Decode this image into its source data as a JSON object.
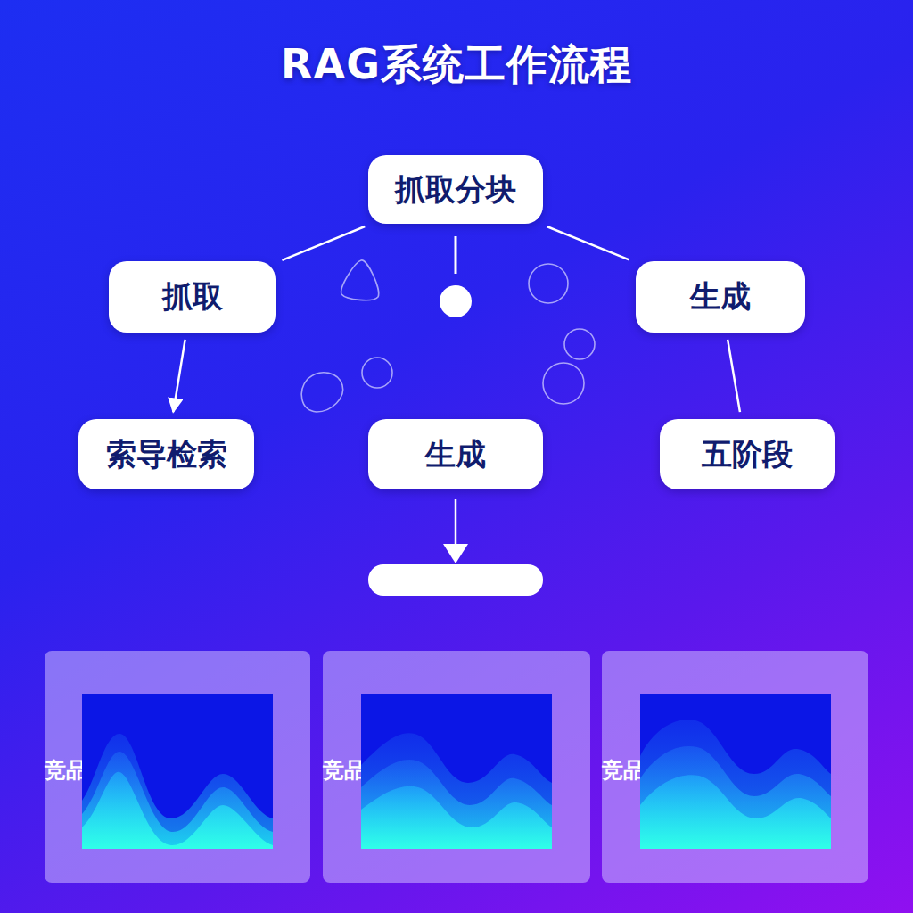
{
  "diagram": {
    "title": "RAG系统工作流程",
    "nodes": [
      {
        "text": [
          "抓取分块"
        ]
      },
      {
        "text": [
          "抓取"
        ]
      },
      {
        "text": [
          "生成"
        ]
      },
      {
        "text": [
          "索导检索"
        ]
      },
      {
        "text": [
          "生成"
        ]
      },
      {
        "text": [
          "五阶段"
        ]
      },
      {
        "text": [
          "竞品语制密度"
        ]
      },
      {
        "text": [
          "竞品语制密度"
        ]
      },
      {
        "text": [
          "竞品语制密度"
        ]
      }
    ],
    "edges": [
      {
        "from": 0,
        "to": 1,
        "arrow": "none"
      },
      {
        "from": 0,
        "to": 2,
        "arrow": "none"
      },
      {
        "from": 1,
        "to": 3,
        "arrow": "to"
      },
      {
        "from": 2,
        "to": 5,
        "arrow": "none"
      }
    ]
  }
}
